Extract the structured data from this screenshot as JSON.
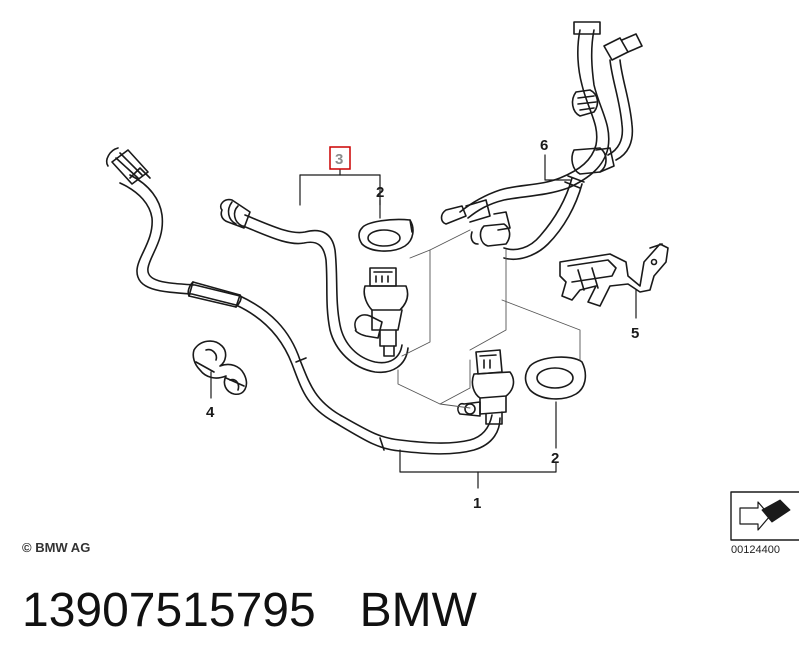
{
  "callouts": {
    "c1": "1",
    "c2a": "2",
    "c2b": "2",
    "c3": "3",
    "c4": "4",
    "c5": "5",
    "c6": "6"
  },
  "footer": {
    "copyright": "© BMW AG",
    "image_number": "00124400"
  },
  "part": {
    "number": "13907515795",
    "brand": "BMW"
  },
  "colors": {
    "line": "#1a1a1a",
    "highlight_box": "#cc0000",
    "highlight_text": "#8c8c8c"
  }
}
